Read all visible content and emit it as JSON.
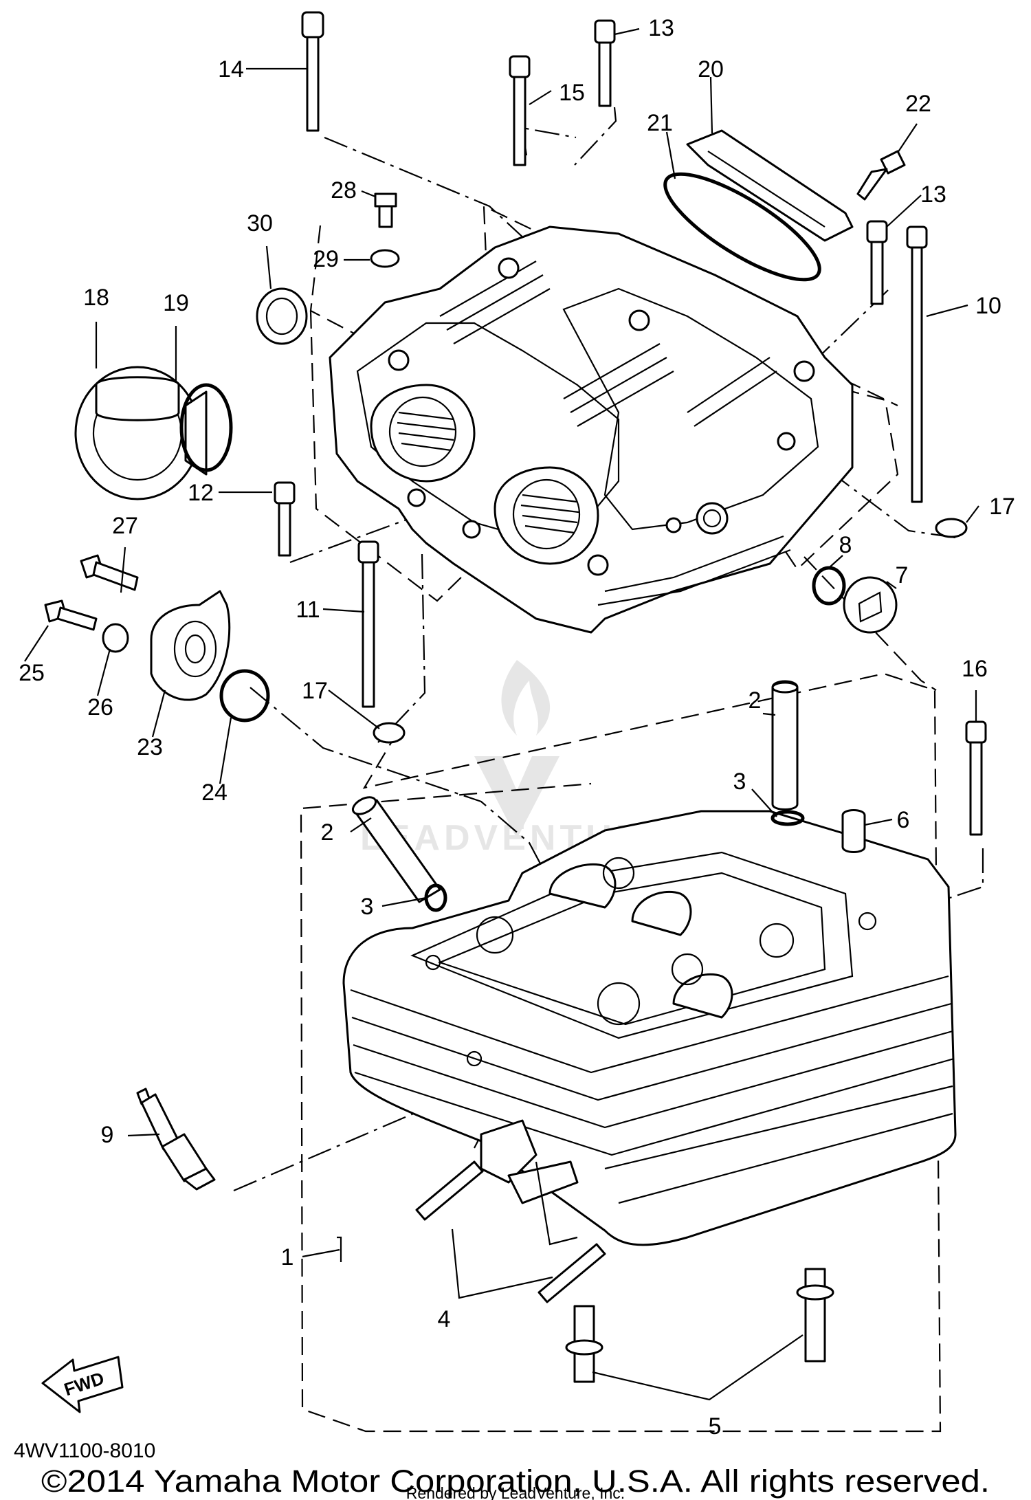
{
  "diagram": {
    "part_code": "4WV1100-8010",
    "copyright": "©2014 Yamaha Motor Corporation, U.S.A. All rights reserved.",
    "rendered_by": "Rendered by LeadVenture, Inc.",
    "fwd_label": "FWD",
    "watermark": "LEADVENTURE",
    "callouts": [
      {
        "id": "c1",
        "label": "1"
      },
      {
        "id": "c2a",
        "label": "2"
      },
      {
        "id": "c2b",
        "label": "2"
      },
      {
        "id": "c3a",
        "label": "3"
      },
      {
        "id": "c3b",
        "label": "3"
      },
      {
        "id": "c4",
        "label": "4"
      },
      {
        "id": "c5",
        "label": "5"
      },
      {
        "id": "c6",
        "label": "6"
      },
      {
        "id": "c7",
        "label": "7"
      },
      {
        "id": "c8",
        "label": "8"
      },
      {
        "id": "c9",
        "label": "9"
      },
      {
        "id": "c10",
        "label": "10"
      },
      {
        "id": "c11",
        "label": "11"
      },
      {
        "id": "c12",
        "label": "12"
      },
      {
        "id": "c13a",
        "label": "13"
      },
      {
        "id": "c13b",
        "label": "13"
      },
      {
        "id": "c14",
        "label": "14"
      },
      {
        "id": "c15",
        "label": "15"
      },
      {
        "id": "c16",
        "label": "16"
      },
      {
        "id": "c17a",
        "label": "17"
      },
      {
        "id": "c17b",
        "label": "17"
      },
      {
        "id": "c18",
        "label": "18"
      },
      {
        "id": "c19",
        "label": "19"
      },
      {
        "id": "c20",
        "label": "20"
      },
      {
        "id": "c21",
        "label": "21"
      },
      {
        "id": "c22",
        "label": "22"
      },
      {
        "id": "c23",
        "label": "23"
      },
      {
        "id": "c24",
        "label": "24"
      },
      {
        "id": "c25",
        "label": "25"
      },
      {
        "id": "c26",
        "label": "26"
      },
      {
        "id": "c27",
        "label": "27"
      },
      {
        "id": "c28",
        "label": "28"
      },
      {
        "id": "c29",
        "label": "29"
      },
      {
        "id": "c30",
        "label": "30"
      }
    ]
  }
}
